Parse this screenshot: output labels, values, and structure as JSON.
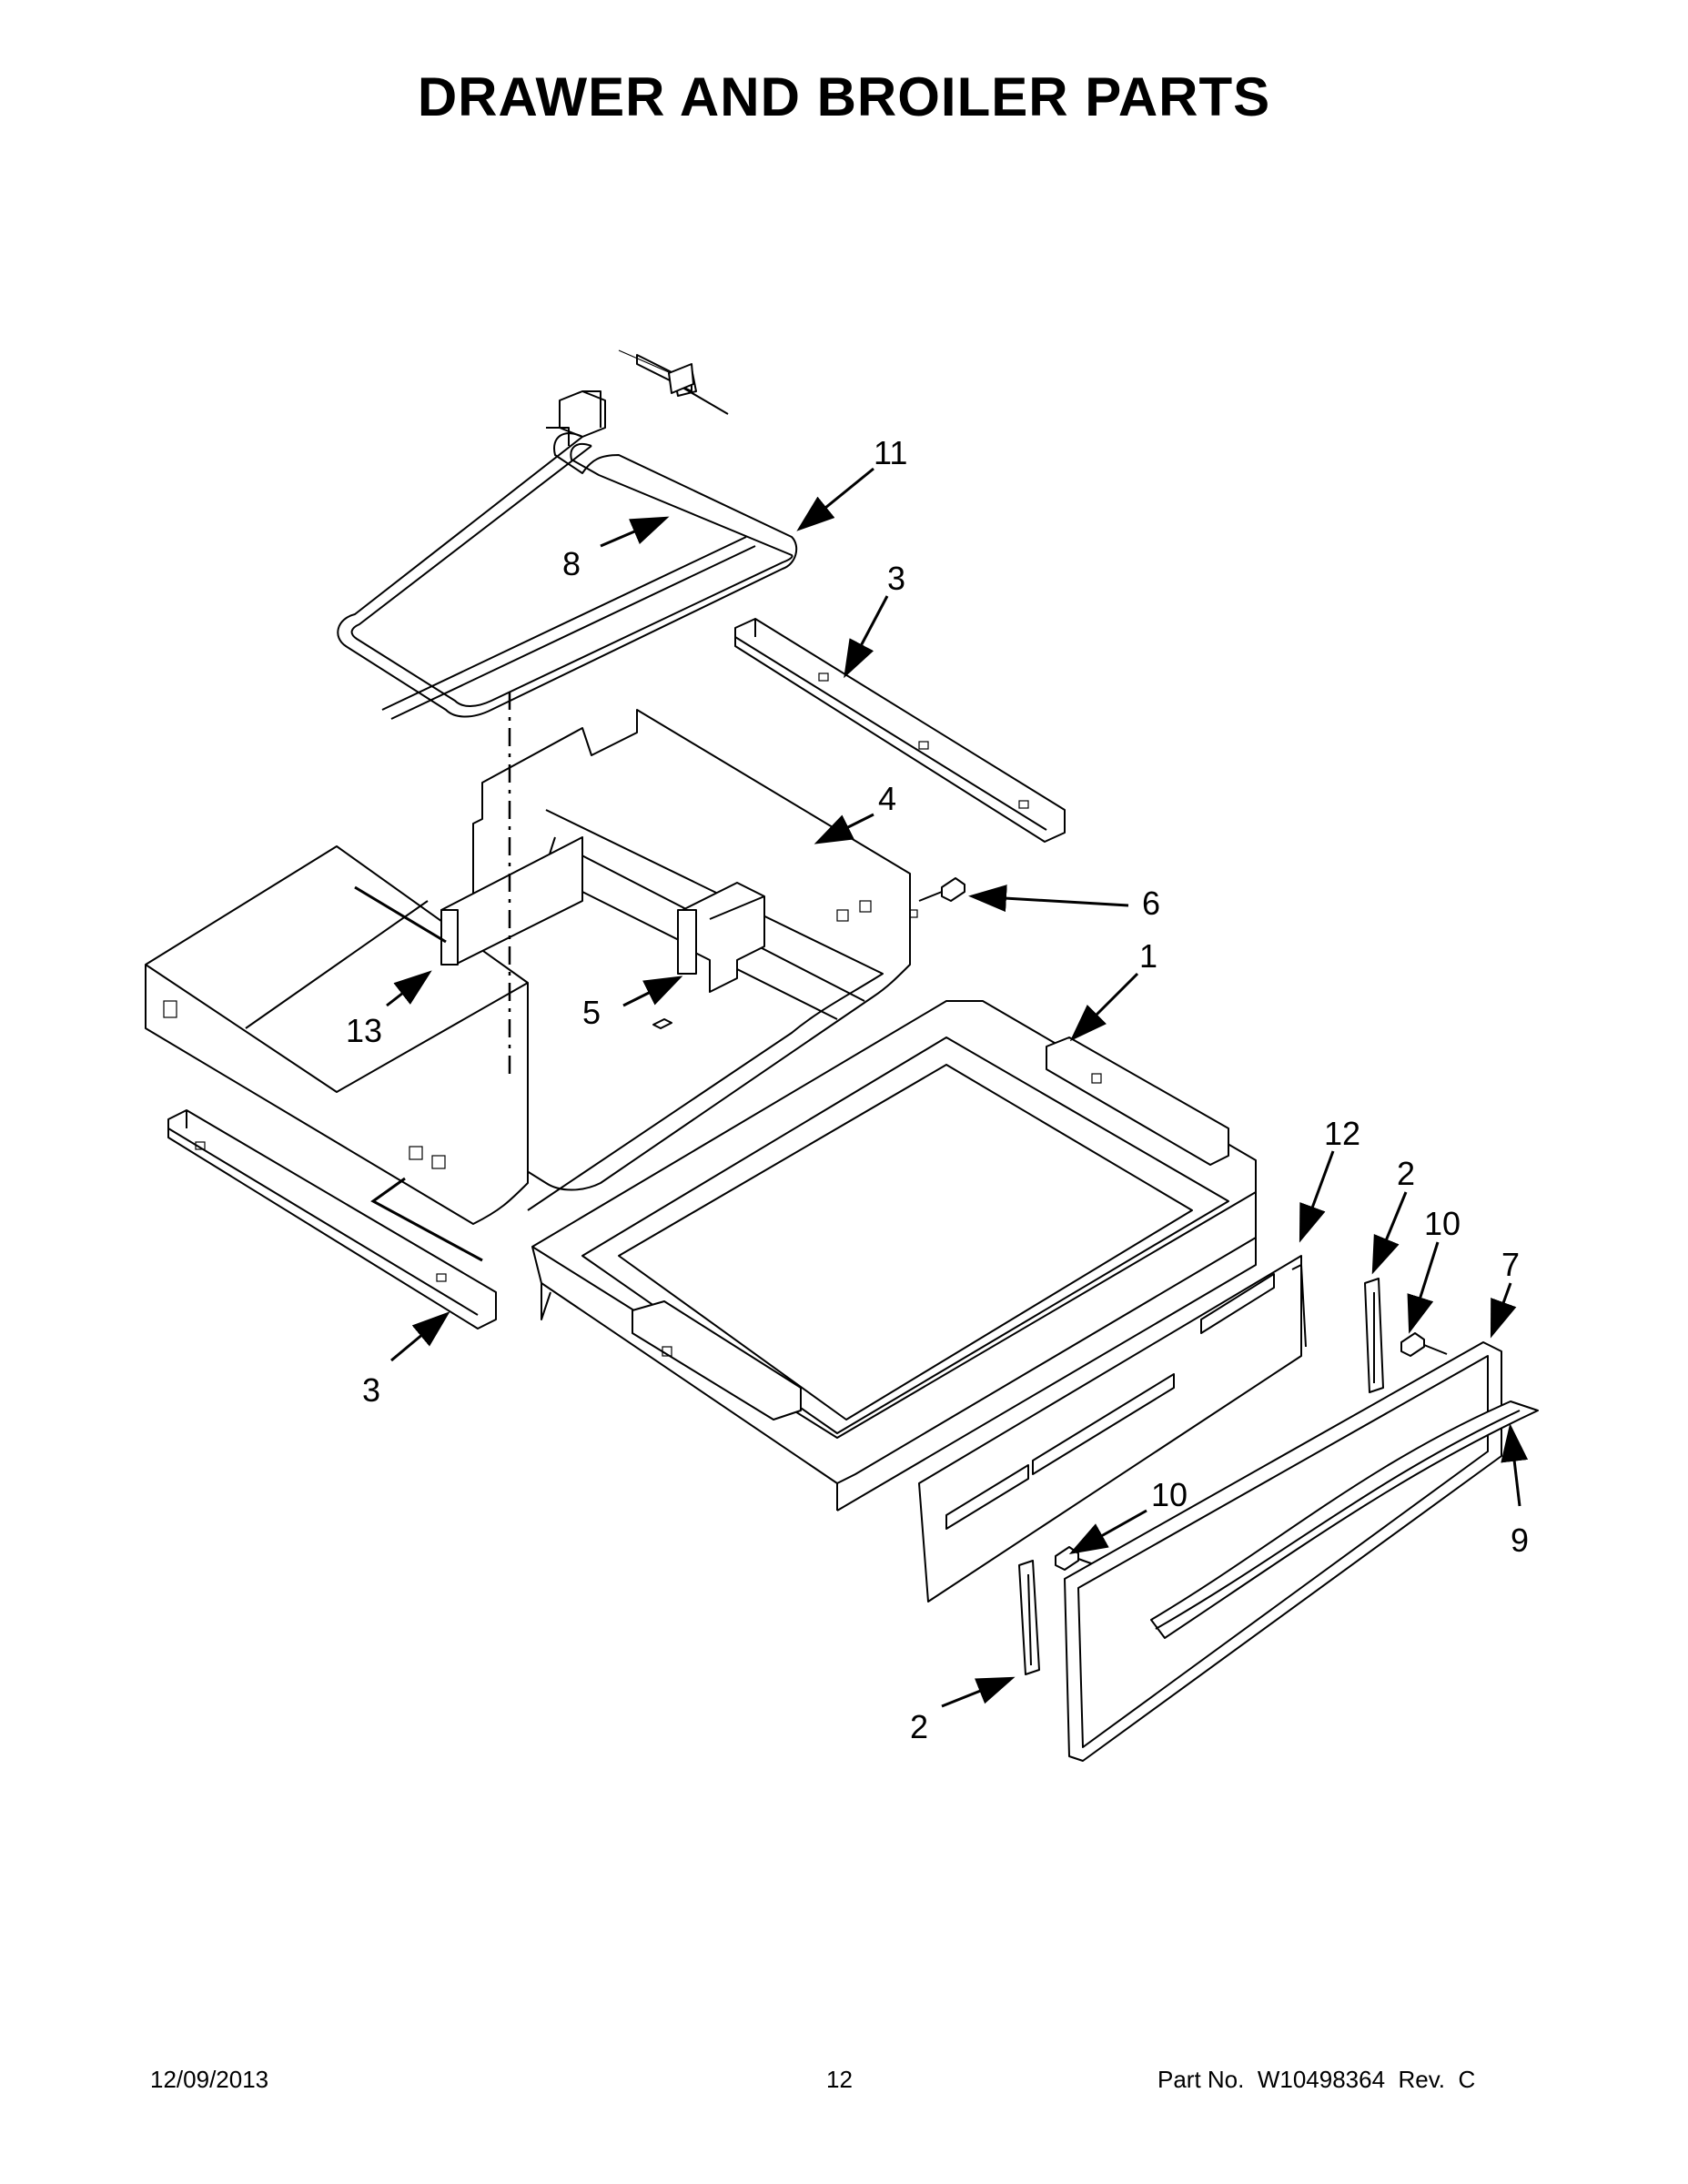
{
  "title": "DRAWER AND BROILER PARTS",
  "footer": {
    "date": "12/09/2013",
    "page": "12",
    "part_no": "Part No.  W10498364  Rev.  C"
  },
  "callouts": {
    "c11": "11",
    "c8": "8",
    "c3_top": "3",
    "c4": "4",
    "c6": "6",
    "c1": "1",
    "c13": "13",
    "c5": "5",
    "c12": "12",
    "c2_top": "2",
    "c10_top": "10",
    "c7": "7",
    "c3_bottom": "3",
    "c9": "9",
    "c10_bottom": "10",
    "c2_bottom": "2"
  }
}
